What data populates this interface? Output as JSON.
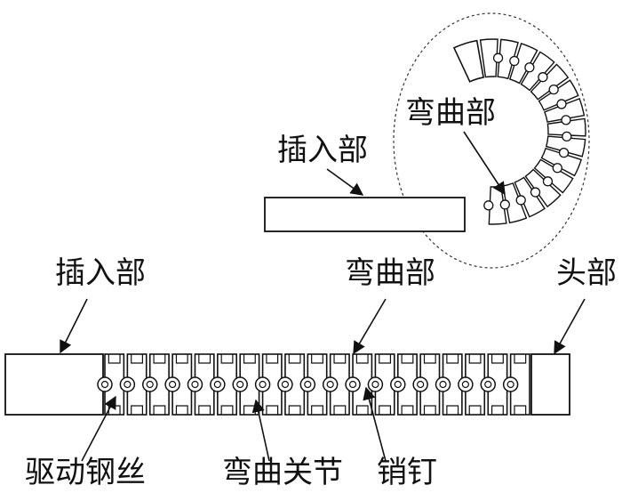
{
  "labels": {
    "insertion_top": "插入部",
    "bending_top": "弯曲部",
    "insertion_bottom": "插入部",
    "bending_bottom": "弯曲部",
    "head": "头部",
    "drive_wire": "驱动钢丝",
    "bending_joint": "弯曲关节",
    "pin": "销钉"
  },
  "colors": {
    "line": "#111111",
    "background": "#ffffff"
  }
}
